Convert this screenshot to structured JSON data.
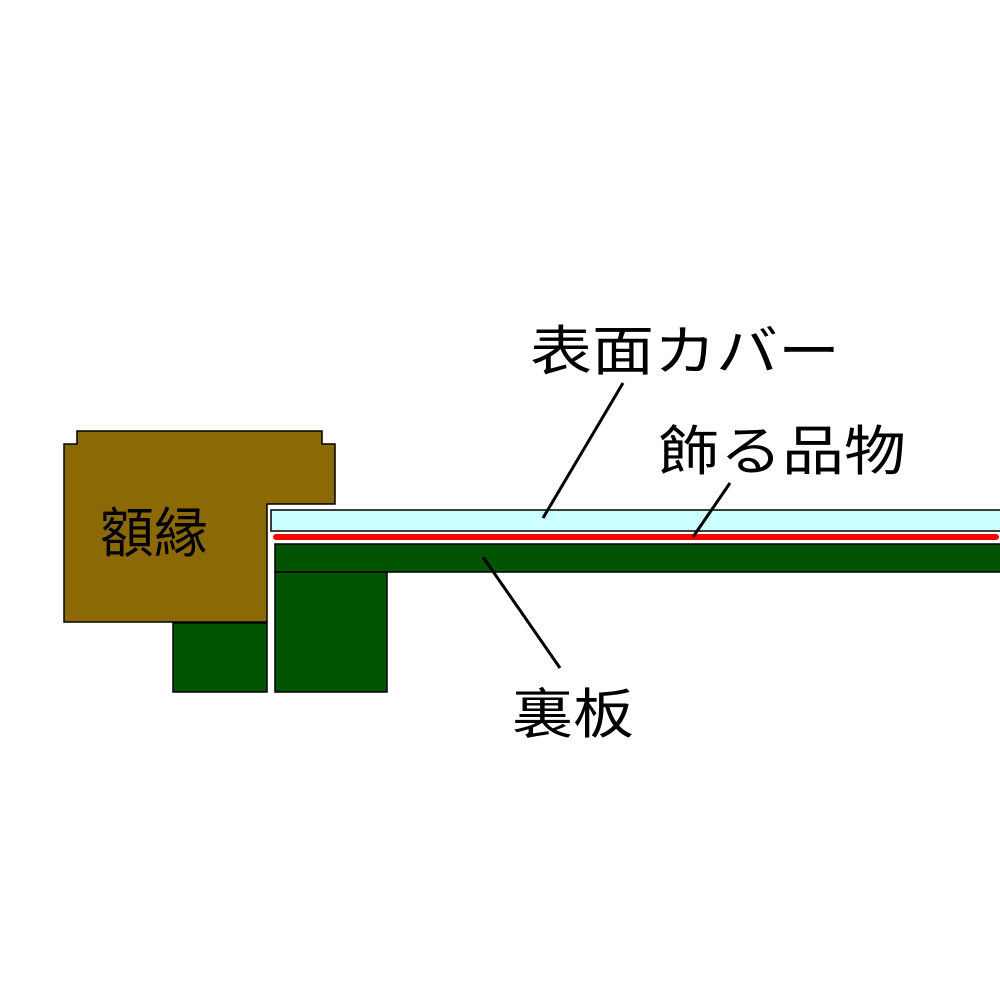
{
  "labels": {
    "frame": "額縁",
    "cover": "表面カバー",
    "item": "飾る品物",
    "backboard": "裏板"
  },
  "colors": {
    "frame": "#8b6904",
    "backboard": "#005400",
    "cover": "#ccffff",
    "item": "#ff0000",
    "outline": "#000000"
  }
}
